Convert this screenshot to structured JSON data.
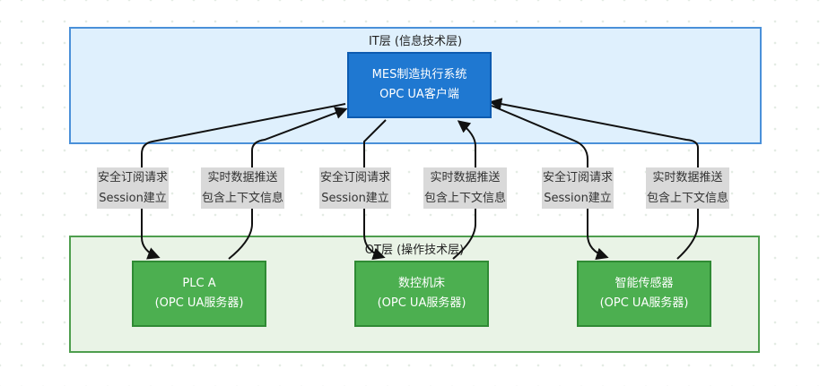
{
  "it_layer": {
    "title": "IT层 (信息技术层)",
    "color": "#dff0fd"
  },
  "ot_layer": {
    "title": "OT层 (操作技术层)",
    "color": "#e9f3e6"
  },
  "mes": {
    "line1": "MES制造执行系统",
    "line2": "OPC UA客户端",
    "color": "#1f78d1"
  },
  "ot_nodes": [
    {
      "line1": "PLC A",
      "line2": "(OPC UA服务器)"
    },
    {
      "line1": "数控机床",
      "line2": "(OPC UA服务器)"
    },
    {
      "line1": "智能传感器",
      "line2": "(OPC UA服务器)"
    }
  ],
  "edge_labels": {
    "subscribe": {
      "line1": "安全订阅请求",
      "line2": "Session建立"
    },
    "push": {
      "line1": "实时数据推送",
      "line2": "包含上下文信息"
    }
  }
}
